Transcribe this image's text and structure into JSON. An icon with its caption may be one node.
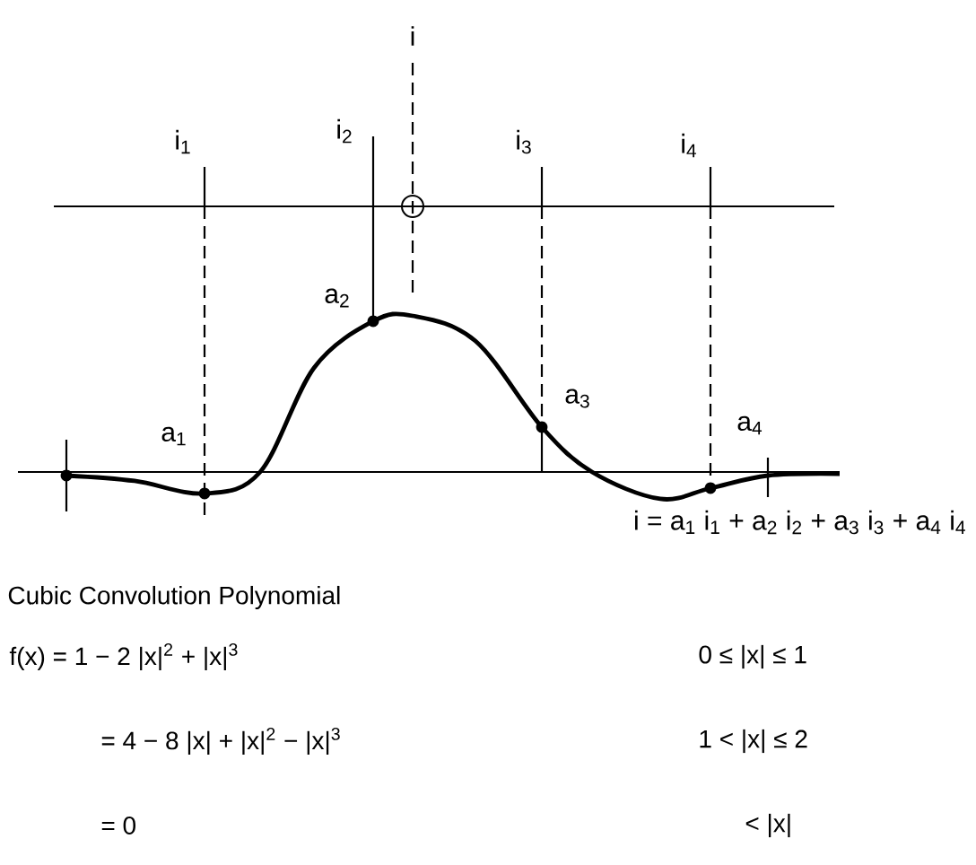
{
  "diagram": {
    "labels": [
      "i",
      "i$_{1}$",
      "i$_{2}$",
      "i$_{3}$",
      "i$_{4}$",
      "a$_{2}$",
      "a$_{1}$",
      "a$_{3}$",
      "a$_{4}$",
      "i = a$_{1}$ i$_{1}$ + a$_{2}$ i$_{2}$ + a$_{3}$ i$_{3}$ + a$_{4}$ i$_{4}$",
      "Cubic Convolution Polynomial",
      "f(x)  =  1 − 2 |x|$^{2}$ + |x|$^{3}$",
      "0 ≤ |x| ≤ 1",
      "=  4 − 8 |x|  +  |x|$^{2}$ − |x|$^{3}$",
      "1 < |x| ≤ 2",
      "=  0",
      "< |x|"
    ]
  }
}
